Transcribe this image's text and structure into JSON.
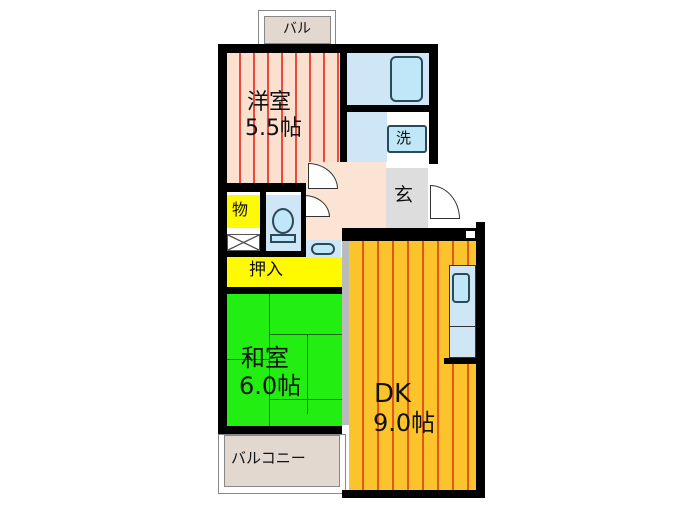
{
  "floorplan": {
    "rooms": {
      "western_room": {
        "name": "洋室",
        "size": "5.5帖"
      },
      "japanese_room": {
        "name": "和室",
        "size": "6.0帖"
      },
      "dining_kitchen": {
        "name": "DK",
        "size": "9.0帖"
      }
    },
    "labels": {
      "balcony_top": "バル",
      "balcony_bottom": "バルコニー",
      "storage": "物",
      "closet": "押入",
      "entrance": "玄",
      "washer": "洗"
    },
    "colors": {
      "western_floor": "#fbe0cf",
      "western_stripe": "#e94a3a",
      "dk_floor": "#fbc42a",
      "dk_stripe": "#e6561a",
      "tatami": "#22ee11",
      "storage": "#fffa00",
      "wet_area": "#cfe6f7",
      "balcony": "#e2d8d0",
      "wall": "#000000"
    }
  }
}
